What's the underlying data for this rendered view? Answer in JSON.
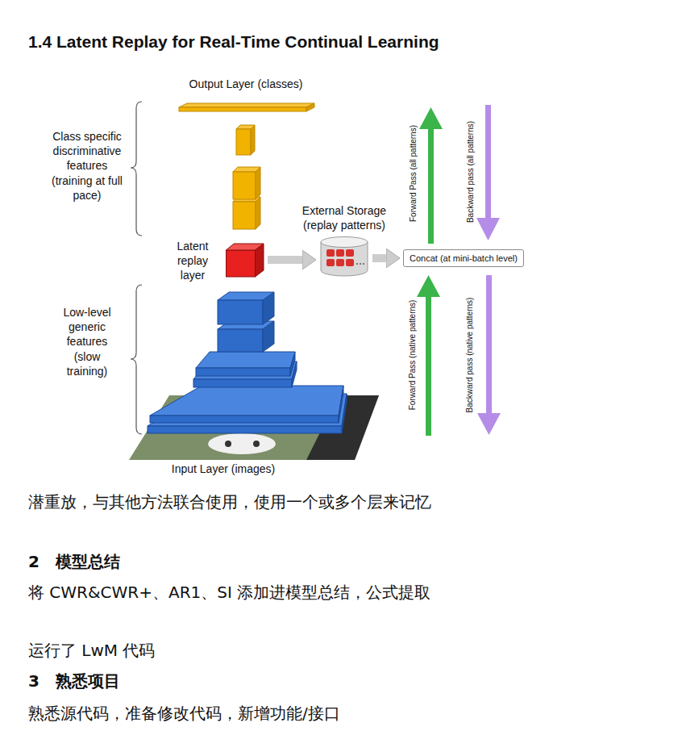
{
  "diagram": {
    "title": "1.4 Latent Replay for Real-Time Continual Learning",
    "nodes": [
      {
        "text": [
          "Latent replay layer"
        ]
      },
      {
        "text": [
          "External Storage (replay patterns)"
        ]
      },
      {
        "text": [
          "Concat (at mini-batch level)"
        ]
      }
    ],
    "edges": [
      {
        "from": 0,
        "to": 1,
        "arrow": "to"
      },
      {
        "from": 1,
        "to": 2,
        "arrow": "to"
      }
    ],
    "labels": [
      "Output Layer (classes)",
      "Class specific discriminative features (training at full pace)",
      "Forward Pass (all patterns)",
      "Backward pass (all patterns)",
      "Low-level generic features (slow training)",
      "Forward Pass (native patterns)",
      "Backward pass (native patterns)",
      "Input Layer (images)",
      "潜重放，与其他方法联合使用，使用一个或多个层来记忆",
      "2　模型总结",
      "将 CWR&CWR+、AR1、SI 添加进模型总结，公式提取",
      "运行了 LwM 代码",
      "3　熟悉项目",
      "熟悉源代码，准备修改代码，新增功能/接口"
    ]
  }
}
